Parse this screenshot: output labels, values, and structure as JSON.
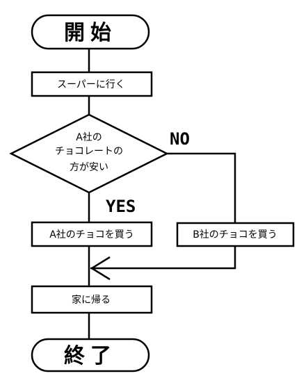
{
  "flowchart": {
    "start": "開始",
    "step_go_super": "スーパーに行く",
    "decision": {
      "line1": "A社の",
      "line2": "チョコレートの",
      "line3": "方が安い"
    },
    "branch_no": "NO",
    "branch_yes": "YES",
    "step_buy_a": "A社のチョコを買う",
    "step_buy_b": "B社のチョコを買う",
    "step_go_home": "家に帰る",
    "end": "終了"
  }
}
